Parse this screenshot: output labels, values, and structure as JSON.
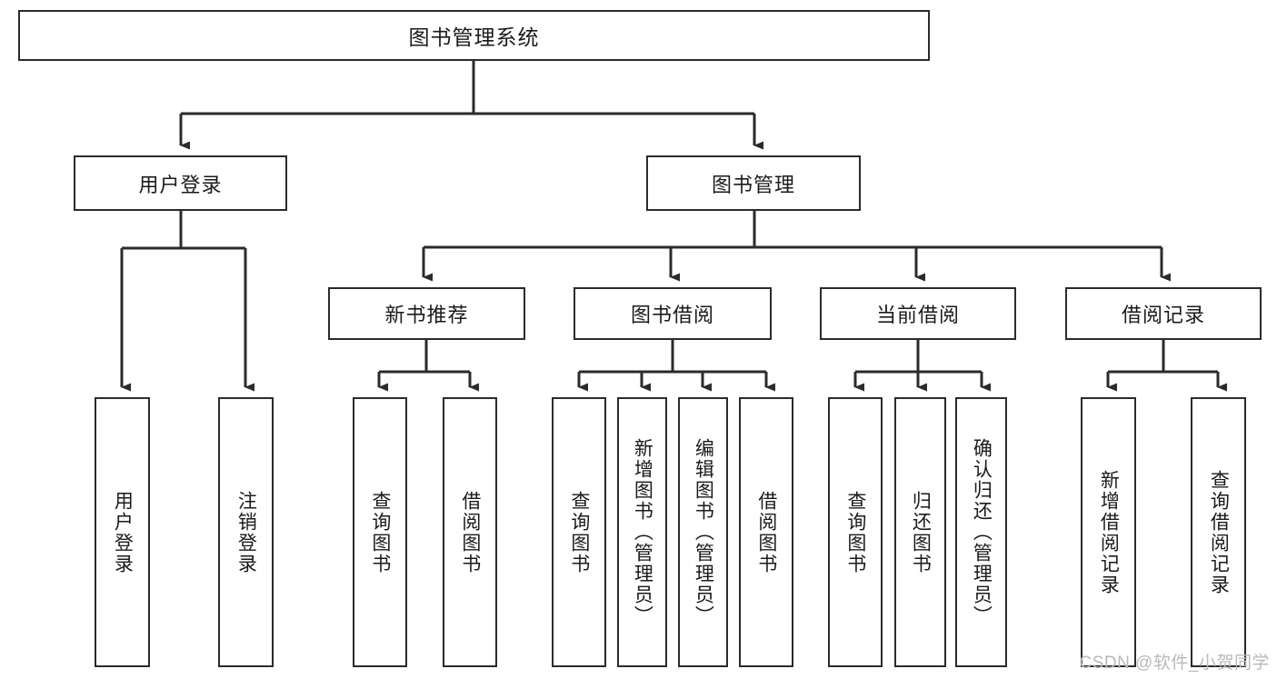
{
  "diagram": {
    "title": "图书管理系统",
    "type": "tree-hierarchy-functional-structure",
    "root": {
      "id": "root",
      "label": "图书管理系统"
    },
    "level2": [
      {
        "id": "user-login",
        "label": "用户登录"
      },
      {
        "id": "book-manage",
        "label": "图书管理"
      }
    ],
    "level3": [
      {
        "id": "new-book-rec",
        "label": "新书推荐",
        "parent": "book-manage"
      },
      {
        "id": "book-borrow",
        "label": "图书借阅",
        "parent": "book-manage"
      },
      {
        "id": "current-borrow",
        "label": "当前借阅",
        "parent": "book-manage"
      },
      {
        "id": "borrow-record",
        "label": "借阅记录",
        "parent": "book-manage"
      }
    ],
    "leaves": [
      {
        "id": "leaf-user-login",
        "label": "用户登录",
        "parent": "user-login"
      },
      {
        "id": "leaf-user-logout",
        "label": "注销登录",
        "parent": "user-login"
      },
      {
        "id": "leaf-query-book-1",
        "label": "查询图书",
        "parent": "new-book-rec"
      },
      {
        "id": "leaf-borrow-book-1",
        "label": "借阅图书",
        "parent": "new-book-rec"
      },
      {
        "id": "leaf-query-book-2",
        "label": "查询图书",
        "parent": "book-borrow"
      },
      {
        "id": "leaf-add-book",
        "label": "新增图书（管理员）",
        "parent": "book-borrow"
      },
      {
        "id": "leaf-edit-book",
        "label": "编辑图书（管理员）",
        "parent": "book-borrow"
      },
      {
        "id": "leaf-borrow-book-2",
        "label": "借阅图书",
        "parent": "book-borrow"
      },
      {
        "id": "leaf-query-book-3",
        "label": "查询图书",
        "parent": "current-borrow"
      },
      {
        "id": "leaf-return-book",
        "label": "归还图书",
        "parent": "current-borrow"
      },
      {
        "id": "leaf-confirm-return",
        "label": "确认归还（管理员）",
        "parent": "current-borrow"
      },
      {
        "id": "leaf-add-record",
        "label": "新增借阅记录",
        "parent": "borrow-record"
      },
      {
        "id": "leaf-query-record",
        "label": "查询借阅记录",
        "parent": "borrow-record"
      }
    ],
    "watermark": "CSDN @软件_小贺同学",
    "colors": {
      "stroke": "#2b2b2b",
      "fill": "#ffffff",
      "text": "#1a1a1a",
      "watermark": "#b9b9b9",
      "background": "#ffffff"
    }
  }
}
